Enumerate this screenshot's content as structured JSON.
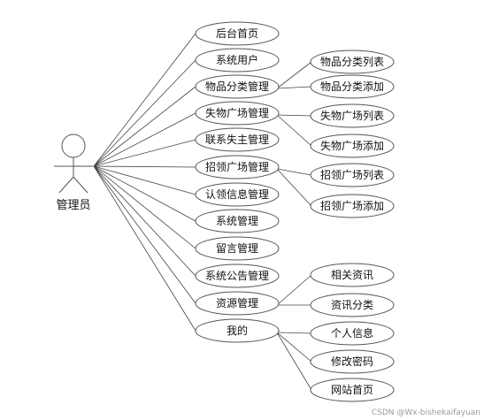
{
  "actor": {
    "label": "管理员"
  },
  "use_cases": [
    {
      "id": "home",
      "label": "后台首页"
    },
    {
      "id": "sysuser",
      "label": "系统用户"
    },
    {
      "id": "catmgr",
      "label": "物品分类管理"
    },
    {
      "id": "lostmgr",
      "label": "失物广场管理"
    },
    {
      "id": "contact",
      "label": "联系失主管理"
    },
    {
      "id": "claimmgr",
      "label": "招领广场管理"
    },
    {
      "id": "verify",
      "label": "认领信息管理"
    },
    {
      "id": "sysmgr",
      "label": "系统管理"
    },
    {
      "id": "msg",
      "label": "留言管理"
    },
    {
      "id": "notice",
      "label": "系统公告管理"
    },
    {
      "id": "res",
      "label": "资源管理"
    },
    {
      "id": "mine",
      "label": "我的"
    }
  ],
  "sub_cases": [
    {
      "id": "catlist",
      "parent": "catmgr",
      "label": "物品分类列表"
    },
    {
      "id": "catadd",
      "parent": "catmgr",
      "label": "物品分类添加"
    },
    {
      "id": "lostlist",
      "parent": "lostmgr",
      "label": "失物广场列表"
    },
    {
      "id": "lostadd",
      "parent": "lostmgr",
      "label": "失物广场添加"
    },
    {
      "id": "claimlist",
      "parent": "claimmgr",
      "label": "招领广场列表"
    },
    {
      "id": "claimadd",
      "parent": "claimmgr",
      "label": "招领广场添加"
    },
    {
      "id": "news",
      "parent": "res",
      "label": "相关资讯"
    },
    {
      "id": "newscat",
      "parent": "res",
      "label": "资讯分类"
    },
    {
      "id": "profile",
      "parent": "mine",
      "label": "个人信息"
    },
    {
      "id": "pwd",
      "parent": "mine",
      "label": "修改密码"
    },
    {
      "id": "site",
      "parent": "mine",
      "label": "网站首页"
    }
  ],
  "watermark": "CSDN @Wx-bishekaifayuan"
}
